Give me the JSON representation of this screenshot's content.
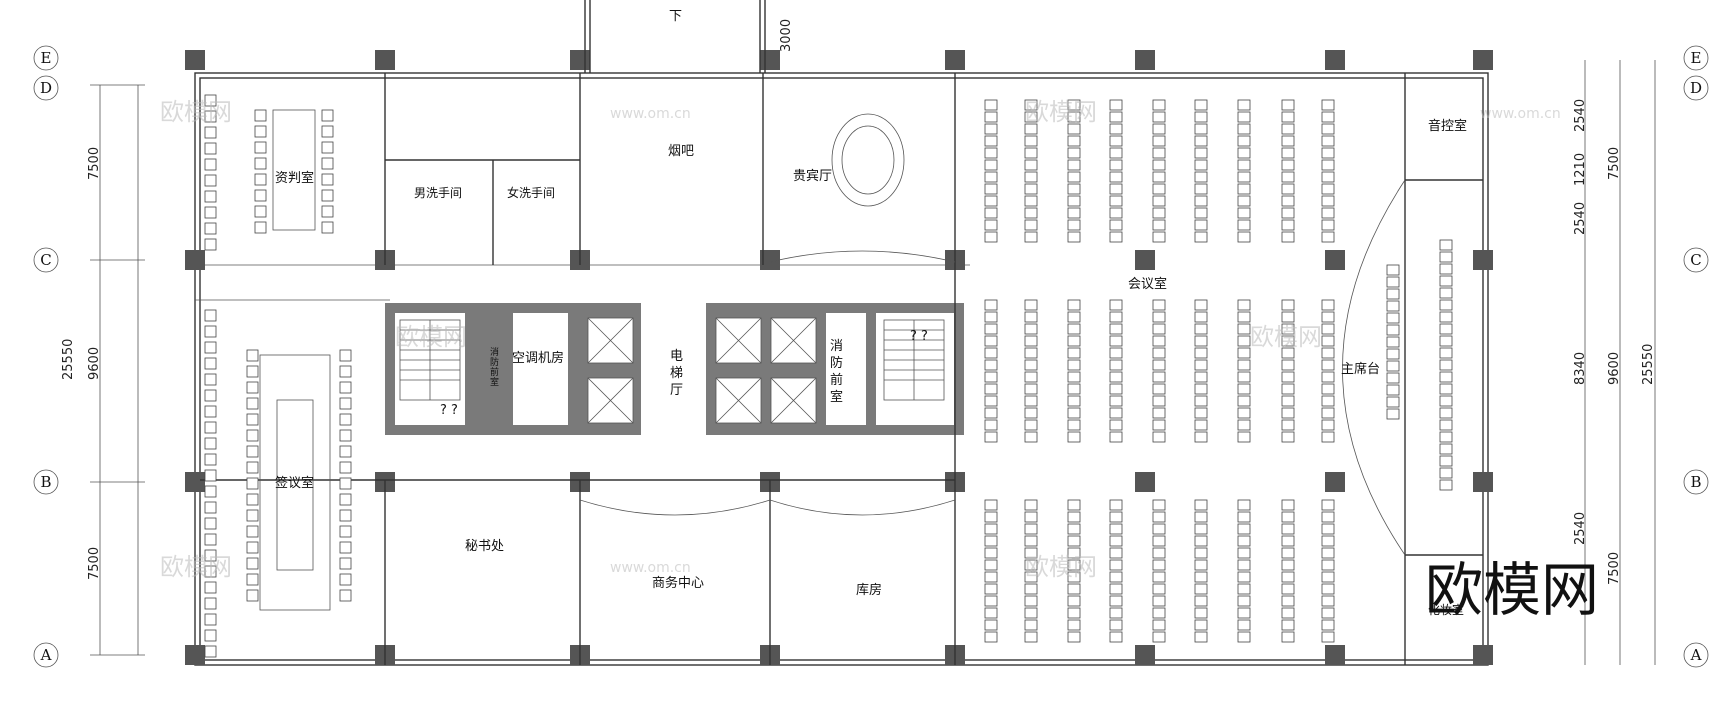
{
  "rooms": [
    "资判室",
    "男洗手间",
    "女洗手间",
    "烟吧",
    "贵宾厅",
    "会议室",
    "音控室",
    "主席台",
    "签议室",
    "秘书处",
    "商务中心",
    "库房",
    "空调机房",
    "化妆室"
  ],
  "vertical": {
    "elevator": [
      "电",
      "梯",
      "厅"
    ],
    "fire": [
      "消",
      "防",
      "前",
      "室"
    ],
    "small": [
      "消",
      "防",
      "前",
      "室"
    ]
  },
  "labels": {
    "down": "下",
    "q1": "? ?",
    "q2": "? ?",
    "entrance_dim": "3000"
  },
  "dims_left": [
    "7500",
    "9600",
    "7500",
    "25550"
  ],
  "dims_right": [
    "7500",
    "9600",
    "7500",
    "25550",
    "2540",
    "1210",
    "2540",
    "8340",
    "2540"
  ],
  "axis_labels": [
    "E",
    "D",
    "C",
    "B",
    "A"
  ],
  "watermark": {
    "text": "欧模网",
    "url": "www.om.cn"
  },
  "brand": "欧模网"
}
